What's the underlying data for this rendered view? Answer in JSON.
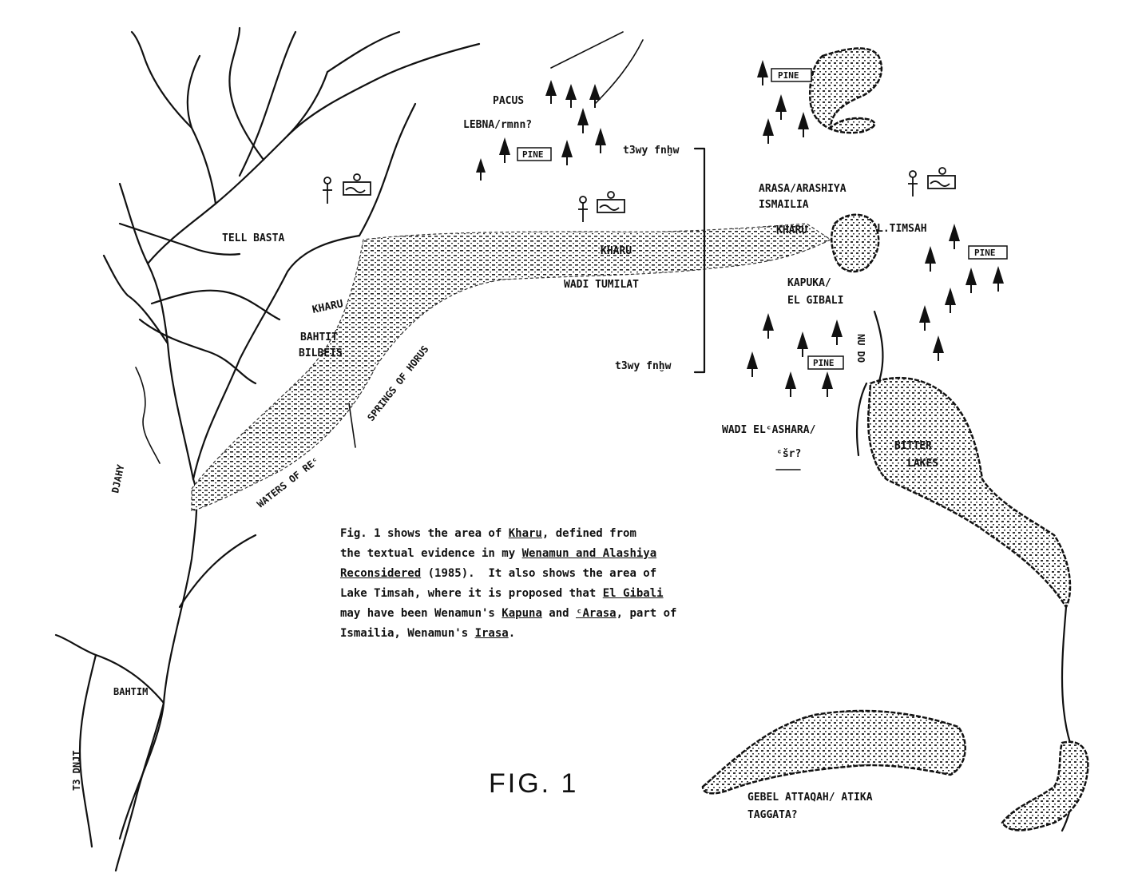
{
  "places": {
    "pacus": "PACUS",
    "lebna": "LEBNA/rmnn?",
    "t3wy_top": "t3wy fnḫw",
    "t3wy_bottom": "t3wy fnḫw",
    "tell_basta": "TELL BASTA",
    "kharu_center": "KHARU",
    "wadi_tumilat": "WADI TUMILAT",
    "kharu_west": "KHARU",
    "bahtit": "BAHTIT",
    "bilbeis": "BILBEIS",
    "springs_of_horus": "SPRINGS OF HORUS",
    "waters_of_re": "WATERS OF REᶜ",
    "djahy": "DJAHY",
    "bahtim": "BAHTIM",
    "t3_dnjt": "T3 DNJT",
    "arasa": "ARASA/ARASHIYA",
    "ismailia": "ISMAILIA",
    "kharu_east": "KHARU",
    "l_timsah": "L.TIMSAH",
    "kapuka": "KAPUKA/",
    "el_gibali": "EL GIBALI",
    "nu_do": "NU DO",
    "wadi_el_ashara": "WADI ELᶜASHARA/",
    "csr": "ᶜšr?",
    "bitter": "BITTER",
    "lakes": "LAKES",
    "gebel": "GEBEL ATTAQAH/ ATIKA",
    "taggata": "TAGGATA?"
  },
  "pine_label": "PINE",
  "caption": {
    "l1a": "Fig. 1 shows the area of ",
    "l1u": "Kharu",
    "l1b": ", defined from",
    "l2a": "the textual evidence in my ",
    "l2u": "Wenamun and Alashiya",
    "l3u": "Reconsidered",
    "l3b": " (1985).  It also shows the area of",
    "l4a": "Lake Timsah, where it is proposed that ",
    "l4u": "El Gibali",
    "l5a": "may have been Wenamun's ",
    "l5u1": "Kapuna",
    "l5b": " and ",
    "l5u2": "ᶜArasa",
    "l5c": ", part of",
    "l6a": "Ismailia, Wenamun's ",
    "l6u": "Irasa",
    "l6b": "."
  },
  "figure_title": "FIG. 1"
}
